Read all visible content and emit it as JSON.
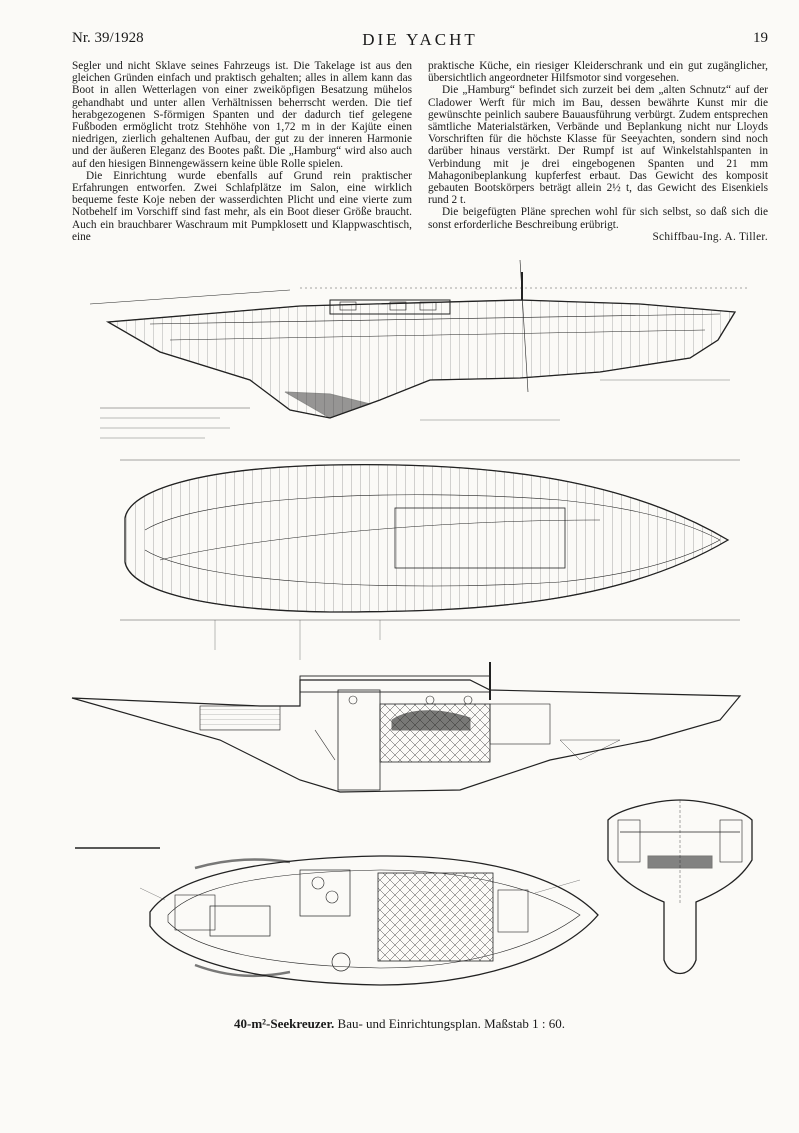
{
  "header": {
    "issue": "Nr. 39/1928",
    "title": "DIE YACHT",
    "page_number": "19"
  },
  "left_column": {
    "paragraphs": [
      "Segler und nicht Sklave seines Fahrzeugs ist. Die Takelage ist aus den gleichen Gründen einfach und praktisch gehalten; alles in allem kann das Boot in allen Wetterlagen von einer zweiköpfigen Besatzung mühelos gehandhabt und unter allen Verhältnissen beherrscht werden. Die tief herabgezogenen S-förmigen Spanten und der dadurch tief gelegene Fußboden ermöglicht trotz Stehhöhe von 1,72 m in der Kajüte einen niedrigen, zierlich gehaltenen Aufbau, der gut zu der inneren Harmonie und der äußeren Eleganz des Bootes paßt. Die „Hamburg“ wird also auch auf den hiesigen Binnengewässern keine üble Rolle spielen.",
      "Die Einrichtung wurde ebenfalls auf Grund rein praktischer Erfahrungen entworfen. Zwei Schlafplätze im Salon, eine wirklich bequeme feste Koje neben der wasserdichten Plicht und eine vierte zum Notbehelf im Vorschiff sind fast mehr, als ein Boot dieser Größe braucht. Auch ein brauchbarer Waschraum mit Pumpklosett und Klappwaschtisch, eine"
    ]
  },
  "right_column": {
    "paragraphs": [
      "praktische Küche, ein riesiger Kleiderschrank und ein gut zugänglicher, übersichtlich angeordneter Hilfsmotor sind vorgesehen.",
      "Die „Hamburg“ befindet sich zurzeit bei dem „alten Schnutz“ auf der Cladower Werft für mich im Bau, dessen bewährte Kunst mir die gewünschte peinlich saubere Bauausführung verbürgt. Zudem entsprechen sämtliche Materialstärken, Verbände und Beplankung nicht nur Lloyds Vorschriften für die höchste Klasse für Seeyachten, sondern sind noch darüber hinaus verstärkt. Der Rumpf ist auf Winkelstahlspanten in Verbindung mit je drei eingebogenen Spanten und 21 mm Mahagonibeplankung kupferfest erbaut. Das Gewicht des komposit gebauten Bootskörpers beträgt allein 2½ t, das Gewicht des Eisenkiels rund 2 t.",
      "Die beigefügten Pläne sprechen wohl für sich selbst, so daß sich die sonst erforderliche Beschreibung erübrigt."
    ],
    "signature": "Schiffbau-Ing. A. Tiller."
  },
  "caption": {
    "bold": "40-m²-Seekreuzer.",
    "rest": " Bau- und Einrichtungsplan. Maßstab 1 : 60."
  },
  "colors": {
    "paper": "#fbfaf7",
    "ink": "#1a1a1a"
  },
  "icons": [
    "construction-profile-drawing",
    "deck-plan-drawing",
    "interior-profile-drawing",
    "accommodation-plan-drawing",
    "midship-section-drawing"
  ]
}
